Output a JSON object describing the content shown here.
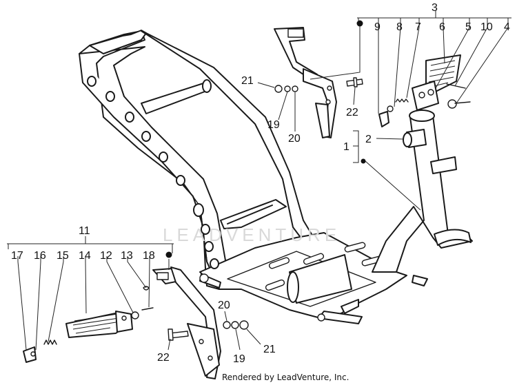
{
  "watermark": "LEADVENTURE",
  "credit": "Rendered by LeadVenture, Inc.",
  "callouts": {
    "n1": "1",
    "n2": "2",
    "n3": "3",
    "n4": "4",
    "n5": "5",
    "n6": "6",
    "n7": "7",
    "n8": "8",
    "n9": "9",
    "n10": "10",
    "n11": "11",
    "n12": "12",
    "n13": "13",
    "n14": "14",
    "n15": "15",
    "n16": "16",
    "n17": "17",
    "n18": "18",
    "n19a": "19",
    "n19b": "19",
    "n20a": "20",
    "n20b": "20",
    "n21a": "21",
    "n21b": "21",
    "n22a": "22",
    "n22b": "22"
  }
}
